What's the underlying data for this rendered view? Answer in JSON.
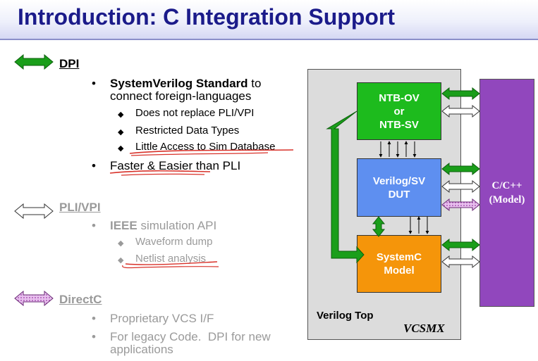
{
  "title": "Introduction: C Integration Support",
  "dpi": {
    "heading": "DPI",
    "bullet1_bold": "SystemVerilog Standard",
    "bullet1_rest": " to",
    "bullet1_line2": "connect foreign-languages",
    "sub": [
      "Does not replace PLI/VPI",
      "Restricted Data Types",
      "Little Access to Sim Database"
    ],
    "bullet2": "Faster & Easier than PLI"
  },
  "pli": {
    "heading": "PLI/VPI",
    "bullet1_bold": "IEEE",
    "bullet1_rest": " simulation API",
    "sub": [
      "Waveform dump",
      "Netlist analysis"
    ]
  },
  "directc": {
    "heading": "DirectC",
    "bullets": [
      "Proprietary VCS I/F"
    ],
    "bullet2_line1": "For legacy Code.  DPI for new",
    "bullet2_line2": "applications"
  },
  "diagram": {
    "ntb_lines": [
      "NTB-OV",
      "or",
      "NTB-SV"
    ],
    "dut_lines": [
      "Verilog/SV",
      "DUT"
    ],
    "sysc_lines": [
      "SystemC",
      "Model"
    ],
    "verilog_top": "Verilog Top",
    "vcsmx": "VCSMX",
    "ccpp_line1": "C/C++",
    "ccpp_line2": "(Model)"
  },
  "colors": {
    "title": "#1b1b8a",
    "ntb": "#1dbb1d",
    "dut": "#5e8ff0",
    "sysc": "#f5950a",
    "ccpp": "#9147bd",
    "arrow_green": "#1a9e1a",
    "arrow_pink": "#e0b0e6"
  }
}
